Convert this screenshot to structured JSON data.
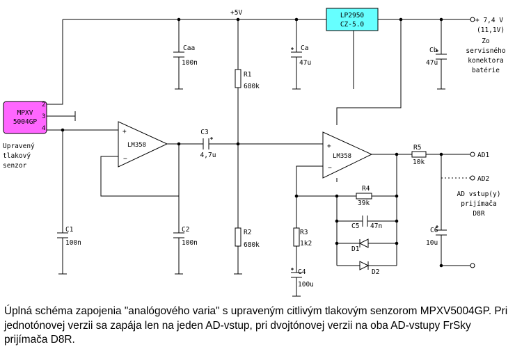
{
  "supply": {
    "v5_label": "+5V",
    "v74_label": "+ 7,4 V",
    "v11_label": "(11,1V)"
  },
  "source_note": {
    "line1": "Zo",
    "line2": "servisného",
    "line3": "konektora",
    "line4": "batérie"
  },
  "regulator": {
    "line1": "LP2950",
    "line2": "CZ-5.0",
    "color": "#66ffff"
  },
  "sensor": {
    "line1": "MPXV",
    "line2": "5004GP",
    "color": "#ff66ff",
    "pins": [
      "2",
      "3",
      "4"
    ],
    "desc1": "Upravený",
    "desc2": "tlakový",
    "desc3": "senzor"
  },
  "components": {
    "caa": {
      "name": "Caa",
      "value": "100n"
    },
    "ca": {
      "name": "Ca",
      "value": "47u"
    },
    "cb": {
      "name": "Cb",
      "value": "47u"
    },
    "r1": {
      "name": "R1",
      "value": "680k"
    },
    "r2": {
      "name": "R2",
      "value": "680k"
    },
    "c1": {
      "name": "C1",
      "value": "100n"
    },
    "c2": {
      "name": "C2",
      "value": "100n"
    },
    "c3": {
      "name": "C3",
      "value": "4,7u"
    },
    "c4": {
      "name": "C4",
      "value": "100u"
    },
    "c5": {
      "name": "C5",
      "value": "47n"
    },
    "c6": {
      "name": "C6",
      "value": "10u"
    },
    "r3": {
      "name": "R3",
      "value": "1k2"
    },
    "r4": {
      "name": "R4",
      "value": "39k"
    },
    "r5": {
      "name": "R5",
      "value": "10k"
    },
    "d1": {
      "name": "D1"
    },
    "d2": {
      "name": "D2"
    }
  },
  "opamps": {
    "u1": "LM358",
    "u2": "LM358",
    "plus": "+",
    "minus": "−"
  },
  "outputs": {
    "ad1": "AD1",
    "ad2": "AD2",
    "note1": "AD vstup(y)",
    "note2": "prijímača",
    "note3": "D8R"
  },
  "caption": "Úplná schéma zapojenia \"analógového varia\" s upraveným citlivým tlakovým senzorom MPXV5004GP. Pri jednotónovej verzii sa zapája len na jeden AD-vstup, pri dvojtónovej verzii na oba AD-vstupy FrSky prijímača D8R."
}
